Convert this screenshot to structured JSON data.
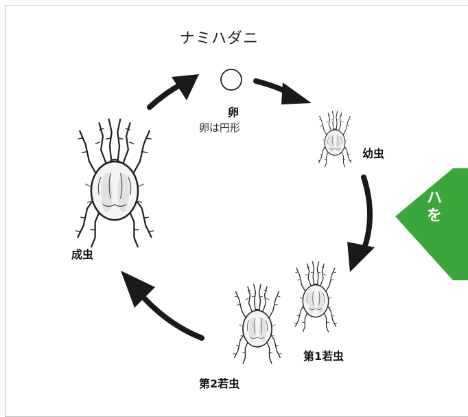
{
  "title": "ナミハダニ",
  "stages": {
    "egg": {
      "label": "卵",
      "note": "卵は円形"
    },
    "larva": {
      "label": "幼虫"
    },
    "nymph1": {
      "label": "第1若虫"
    },
    "nymph2": {
      "label": "第2若虫"
    },
    "adult": {
      "label": "成虫"
    }
  },
  "banner": {
    "line1": "ハ",
    "line2": "を",
    "color": "#3aa63c"
  },
  "colors": {
    "arrow": "#1a1a1a",
    "frame": "#bdbdbd"
  }
}
